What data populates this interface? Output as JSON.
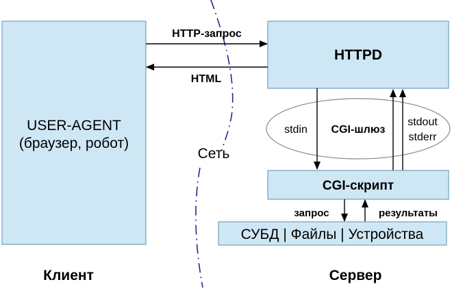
{
  "client": {
    "box_title": "USER-AGENT",
    "box_subtitle": "(браузер, робот)",
    "caption": "Клиент"
  },
  "network": {
    "label": "Сеть",
    "request_label": "HTTP-запрос",
    "response_label": "HTML"
  },
  "server": {
    "httpd_label": "HTTPD",
    "gateway": {
      "label": "CGI-шлюз",
      "stdin_label": "stdin",
      "stdout_label": "stdout",
      "stderr_label": "stderr"
    },
    "cgi_script_label": "CGI-скрипт",
    "query_label": "запрос",
    "results_label": "результаты",
    "resources_label": "СУБД | Файлы | Устройства",
    "caption": "Сервер"
  },
  "colors": {
    "box_fill": "#cfe7f5",
    "box_stroke": "#6f9fbf",
    "network_line": "#1f2a8a",
    "ellipse_stroke": "#888888",
    "ellipse_fill": "#ffffff",
    "arrow": "#000000"
  }
}
